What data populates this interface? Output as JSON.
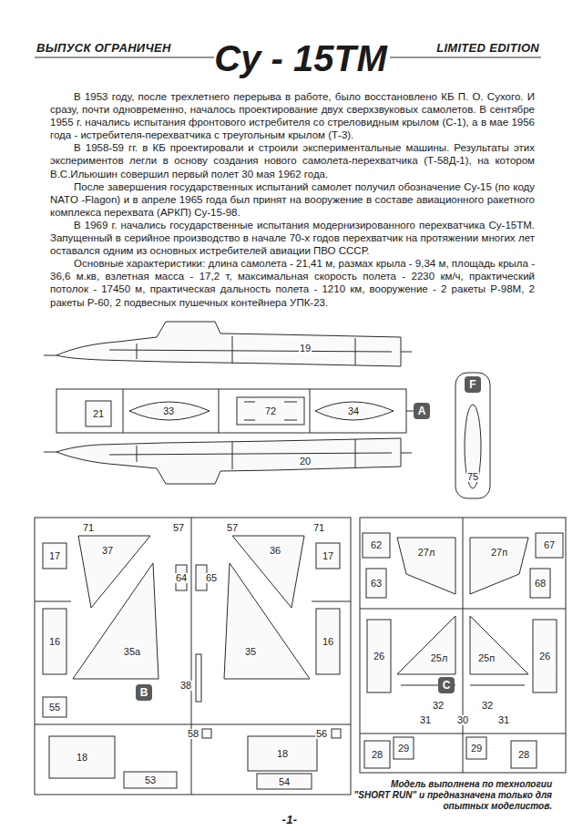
{
  "diagram": {
    "title": "Су - 15ТМ",
    "caption": "Модель выполнена по технологии \"SHORT RUN\" и предназначена только для опытных моделистов.",
    "nodes": [
      {
        "text": [
          "A"
        ]
      },
      {
        "text": [
          "F"
        ]
      },
      {
        "text": [
          "B"
        ]
      },
      {
        "text": [
          "C"
        ]
      }
    ],
    "labels": [
      "ВЫПУСК ОГРАНИЧЕН",
      "LIMITED EDITION",
      "В 1953 году, после трехлетнего перерыва в работе, было восстановлено КБ П. О. Сухого. И сразу, почти одновременно, началось проектирование двух сверхзвуковых самолетов. В сентябре 1955 г. начались испытания фронтового истребителя со стреловидным крылом (С-1), а в мае 1956 года - истребителя-перехватчика с треугольным крылом (Т-3).",
      "В 1958-59 гг. в КБ проектировали и строили экспериментальные машины. Результаты этих экспериментов легли в основу создания нового самолета-перехватчика (Т-58Д-1), на котором В.С.Ильюшин совершил первый полет 30 мая 1962 года.",
      "После завершения государственных испытаний самолет получил обозначение Су-15 (по коду NATO -Flagon) и в апреле 1965 года был принят на вооружение в составе авиационного ракетного комплекса перехвата (АРКП) Су-15-98.",
      "В 1969 г. начались государственные испытания модернизированного перехватчика Су-15ТМ. Запущенный в серийное производство в начале 70-х годов перехватчик на протяжении многих лет оставался одним из основных истребителей авиации ПВО СССР.",
      "Основные характеристики: длина самолета - 21,41 м, размах крыла - 9,34 м, площадь крыла - 36,6 м.кв, взлетная масса - 17,2 т, максимальная скорость полета - 2230 км/ч, практический потолок - 17450 м, практическая дальность полета - 1210 км, вооружение - 2 ракеты Р-98М, 2 ракеты Р-60, 2 подвесных пушечных контейнера УПК-23.",
      "19",
      "21",
      "33",
      "72",
      "34",
      "20",
      "75",
      "71",
      "57",
      "57",
      "71",
      "17",
      "37",
      "64",
      "65",
      "36",
      "17",
      "16",
      "35а",
      "35",
      "16",
      "38",
      "55",
      "58",
      "56",
      "18",
      "18",
      "53",
      "54",
      "62",
      "27л",
      "27п",
      "67",
      "63",
      "68",
      "26",
      "25л",
      "25п",
      "26",
      "32",
      "32",
      "31",
      "30",
      "31",
      "28",
      "29",
      "29",
      "28",
      "-1-"
    ]
  }
}
